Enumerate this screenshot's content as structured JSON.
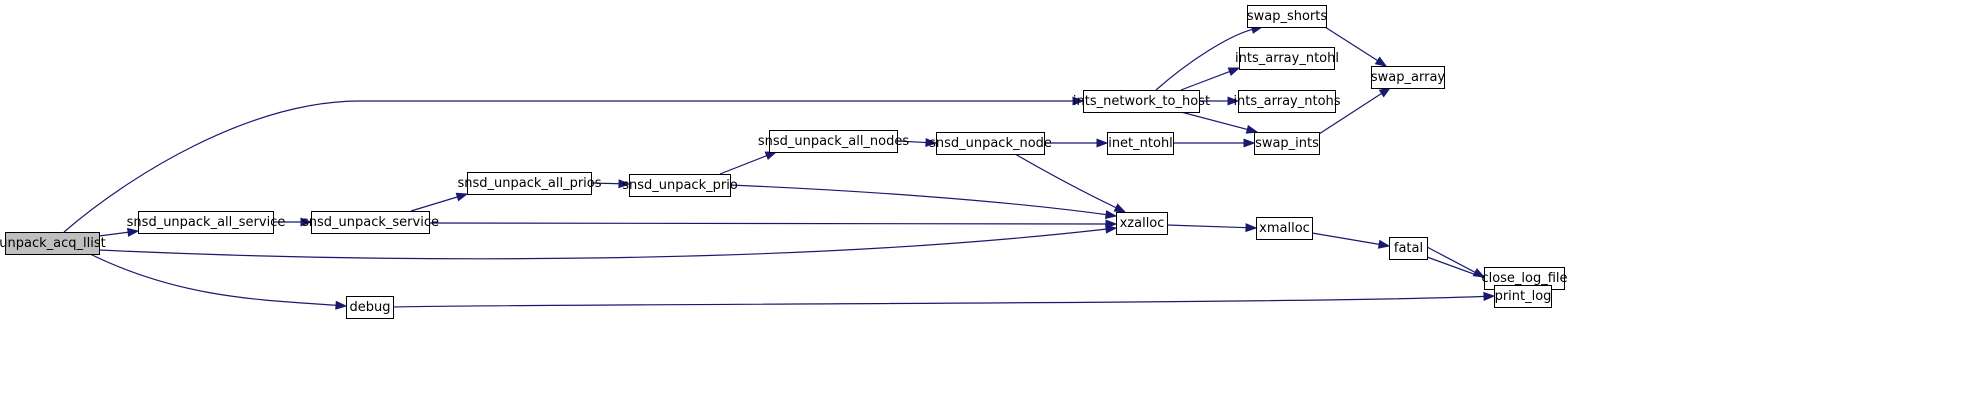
{
  "colors": {
    "edge": "#191970",
    "root_fill": "#bfbfbf",
    "node_fill": "#ffffff",
    "node_border": "#000000"
  },
  "diagram": {
    "root": "unpack_acq_llist",
    "nodes": [
      {
        "id": "unpack_acq_llist",
        "label": "unpack_acq_llist"
      },
      {
        "id": "snsd_unpack_all_service",
        "label": "snsd_unpack_all_service"
      },
      {
        "id": "snsd_unpack_service",
        "label": "snsd_unpack_service"
      },
      {
        "id": "snsd_unpack_all_prios",
        "label": "snsd_unpack_all_prios"
      },
      {
        "id": "snsd_unpack_prio",
        "label": "snsd_unpack_prio"
      },
      {
        "id": "snsd_unpack_all_nodes",
        "label": "snsd_unpack_all_nodes"
      },
      {
        "id": "snsd_unpack_node",
        "label": "snsd_unpack_node"
      },
      {
        "id": "inet_ntohl",
        "label": "inet_ntohl"
      },
      {
        "id": "ints_network_to_host",
        "label": "ints_network_to_host"
      },
      {
        "id": "swap_shorts",
        "label": "swap_shorts"
      },
      {
        "id": "ints_array_ntohl",
        "label": "ints_array_ntohl"
      },
      {
        "id": "ints_array_ntohs",
        "label": "ints_array_ntohs"
      },
      {
        "id": "swap_ints",
        "label": "swap_ints"
      },
      {
        "id": "swap_array",
        "label": "swap_array"
      },
      {
        "id": "xzalloc",
        "label": "xzalloc"
      },
      {
        "id": "xmalloc",
        "label": "xmalloc"
      },
      {
        "id": "fatal",
        "label": "fatal"
      },
      {
        "id": "close_log_file",
        "label": "close_log_file"
      },
      {
        "id": "print_log",
        "label": "print_log"
      },
      {
        "id": "debug",
        "label": "debug"
      }
    ],
    "edges": [
      {
        "from": "unpack_acq_llist",
        "to": "ints_network_to_host"
      },
      {
        "from": "unpack_acq_llist",
        "to": "snsd_unpack_all_service"
      },
      {
        "from": "unpack_acq_llist",
        "to": "xzalloc"
      },
      {
        "from": "unpack_acq_llist",
        "to": "debug"
      },
      {
        "from": "snsd_unpack_all_service",
        "to": "snsd_unpack_service"
      },
      {
        "from": "snsd_unpack_service",
        "to": "snsd_unpack_all_prios"
      },
      {
        "from": "snsd_unpack_service",
        "to": "xzalloc"
      },
      {
        "from": "snsd_unpack_all_prios",
        "to": "snsd_unpack_prio"
      },
      {
        "from": "snsd_unpack_prio",
        "to": "snsd_unpack_all_nodes"
      },
      {
        "from": "snsd_unpack_prio",
        "to": "xzalloc"
      },
      {
        "from": "snsd_unpack_all_nodes",
        "to": "snsd_unpack_node"
      },
      {
        "from": "snsd_unpack_node",
        "to": "inet_ntohl"
      },
      {
        "from": "snsd_unpack_node",
        "to": "xzalloc"
      },
      {
        "from": "inet_ntohl",
        "to": "swap_ints"
      },
      {
        "from": "ints_network_to_host",
        "to": "swap_shorts"
      },
      {
        "from": "ints_network_to_host",
        "to": "ints_array_ntohl"
      },
      {
        "from": "ints_network_to_host",
        "to": "ints_array_ntohs"
      },
      {
        "from": "ints_network_to_host",
        "to": "swap_ints"
      },
      {
        "from": "swap_shorts",
        "to": "swap_array"
      },
      {
        "from": "swap_ints",
        "to": "swap_array"
      },
      {
        "from": "xzalloc",
        "to": "xmalloc"
      },
      {
        "from": "xmalloc",
        "to": "fatal"
      },
      {
        "from": "fatal",
        "to": "close_log_file"
      },
      {
        "from": "fatal",
        "to": "print_log"
      },
      {
        "from": "debug",
        "to": "print_log"
      }
    ]
  }
}
